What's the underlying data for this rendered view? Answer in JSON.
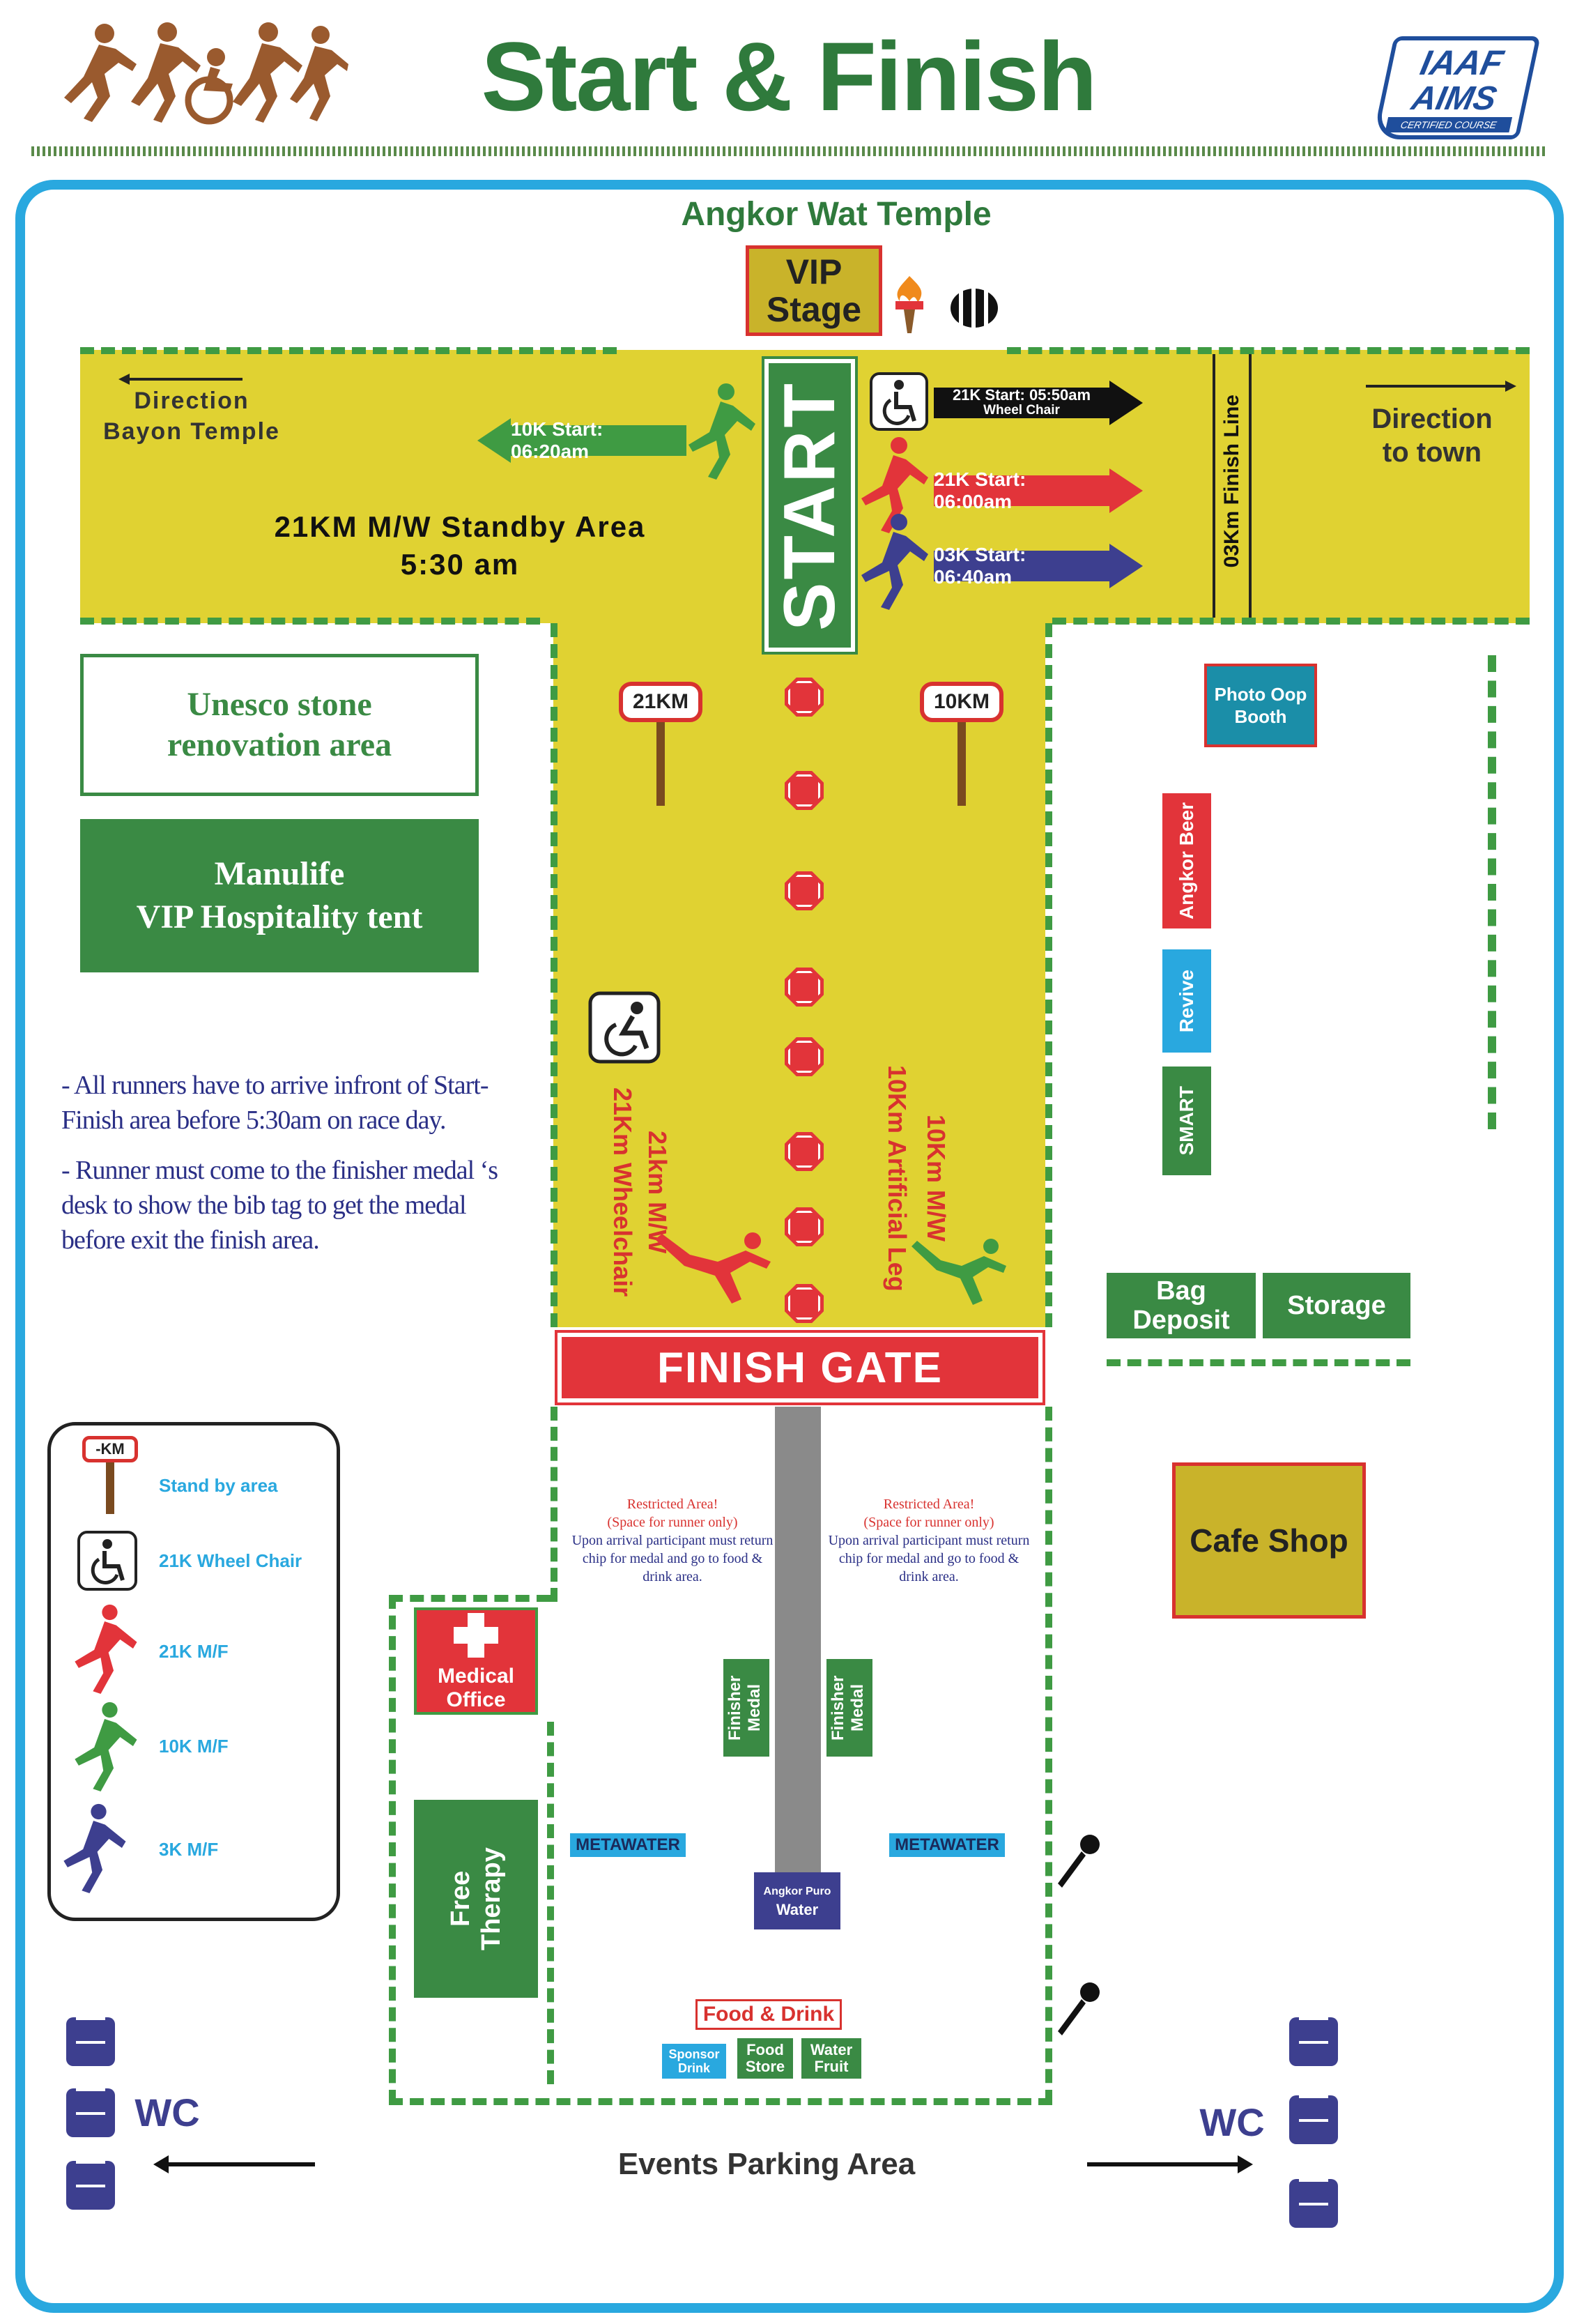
{
  "header": {
    "title": "Start & Finish",
    "logo_line1": "IAAF",
    "logo_line2": "AIMS",
    "logo_line3": "CERTIFIED COURSE"
  },
  "map": {
    "top_label": "Angkor Wat Temple",
    "vip_stage": "VIP Stage",
    "direction_bayon": "Direction Bayon Temple",
    "direction_town": "Direction to town",
    "standby_area": "21KM M/W Standby Area",
    "standby_time": "5:30 am",
    "start": "START",
    "finish_line_03k": "03Km Finish Line",
    "finish_gate": "FINISH GATE",
    "arrows": {
      "wheelchair_start": "21K Start: 05:50am",
      "wheelchair_sub": "Wheel Chair",
      "start_21k": "21K Start: 06:00am",
      "start_03k": "03K Start: 06:40am",
      "start_10k": "10K Start: 06:20am"
    },
    "sign_21km": "21KM",
    "sign_10km": "10KM",
    "lane_left_1": "21km M/W",
    "lane_left_2": "21Km Wheelchair",
    "lane_right_1": "10Km M/W",
    "lane_right_2": "10Km Artificial Leg",
    "unesco": "Unesco stone renovation area",
    "manulife_1": "Manulife",
    "manulife_2": "VIP Hospitality tent",
    "notes": [
      "- All runners have to arrive infront of Start-Finish area before 5:30am on race day.",
      "- Runner must come to the finisher medal ‘s desk to show the bib tag to get the medal before exit the finish area."
    ],
    "booths": {
      "photo": "Photo Oop Booth",
      "angkor_beer": "Angkor Beer",
      "revive": "Revive",
      "smart": "SMART",
      "bag_deposit": "Bag Deposit",
      "storage": "Storage",
      "cafe": "Cafe Shop",
      "medical": "Medical Office",
      "therapy": "Free Therapy",
      "metawater": "METAWATER",
      "finisher_medal": "Finisher Medal",
      "angkor_puro_1": "Angkor Puro",
      "angkor_puro_2": "Water",
      "food_drink": "Food & Drink",
      "sponsor_drink": "Sponsor Drink",
      "food_store": "Food Store",
      "water_fruit": "Water Fruit"
    },
    "restricted": {
      "title": "Restricted Area!",
      "sub": "(Space for runner only)",
      "body": "Upon arrival participant must return chip for medal and go to food & drink area."
    },
    "wc": "WC",
    "parking": "Events Parking Area"
  },
  "legend": {
    "sign_label": "-KM",
    "items": [
      "Stand by area",
      "21K Wheel Chair",
      "21K M/F",
      "10K M/F",
      "3K M/F"
    ]
  },
  "colors": {
    "route": "#e0d232",
    "green": "#3f9b43",
    "red": "#e2343a",
    "blue": "#3d3f8f",
    "cyan": "#29a8df",
    "title_green": "#2f7a3c"
  }
}
